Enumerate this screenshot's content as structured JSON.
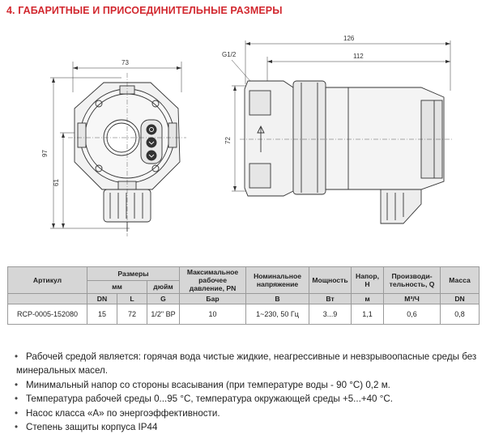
{
  "heading": "4. ГАБАРИТНЫЕ И ПРИСОЕДИНИТЕЛЬНЫЕ РАЗМЕРЫ",
  "drawing": {
    "front_width": "73",
    "front_height": "97",
    "front_height_lower": "61",
    "side_length": "126",
    "side_length_inner": "112",
    "side_height": "72",
    "thread": "G1/2"
  },
  "table": {
    "headers": {
      "article": "Артикул",
      "sizes": "Размеры",
      "mm": "мм",
      "inch": "дюйм",
      "pressure": "Максимальное рабочее давление, PN",
      "voltage": "Номинальное напряжение",
      "power": "Мощность",
      "head": "Напор, Н",
      "flow": "Производи-тельность, Q",
      "mass": "Масса"
    },
    "units": {
      "dn": "DN",
      "l": "L",
      "g": "G",
      "pressure": "Бар",
      "voltage": "В",
      "power": "Вт",
      "head": "м",
      "flow": "М³/Ч",
      "mass": "DN"
    },
    "row": {
      "article": "RCP-0005-152080",
      "dn": "15",
      "l": "72",
      "g": "1/2\" ВР",
      "pressure": "10",
      "voltage": "1~230, 50 Гц",
      "power": "3...9",
      "head": "1,1",
      "flow": "0,6",
      "mass": "0,8"
    }
  },
  "notes": [
    "Рабочей средой является: горячая вода чистые жидкие, неагрессивные и невзрывоопасные среды без минеральных масел.",
    "Минимальный напор со стороны всасывания (при температуре воды - 90 °C) 0,2 м.",
    "Температура рабочей среды 0...95 °C, температура окружающей среды +5...+40 °C.",
    "Насос класса «А» по энергоэффективности.",
    "Степень защиты корпуса IP44"
  ]
}
